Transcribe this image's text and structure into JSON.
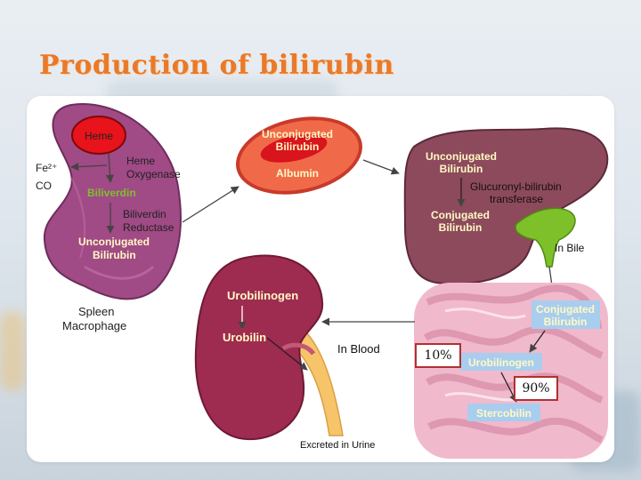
{
  "title": "Production of bilirubin",
  "spleen": {
    "heme": "Heme",
    "heme_oxygenase_1": "Heme",
    "heme_oxygenase_2": "Oxygenase",
    "fe": "Fe²⁺",
    "co": "CO",
    "biliverdin": "Biliverdin",
    "biliverdin_reductase_1": "Biliverdin",
    "biliverdin_reductase_2": "Reductase",
    "unconjugated_1": "Unconjugated",
    "unconjugated_2": "Bilirubin",
    "label_1": "Spleen",
    "label_2": "Macrophage"
  },
  "blood_cell": {
    "unconjugated_1": "Unconjugated",
    "unconjugated_2": "Bilirubin",
    "albumin": "Albumin"
  },
  "liver": {
    "unconjugated_1": "Unconjugated",
    "unconjugated_2": "Bilirubin",
    "enzyme_1": "Glucuronyl-bilirubin",
    "enzyme_2": "transferase",
    "conjugated_1": "Conjugated",
    "conjugated_2": "Bilirubin",
    "in_bile": "In Bile"
  },
  "intestine": {
    "conjugated_1": "Conjugated",
    "conjugated_2": "Bilirubin",
    "urobilinogen": "Urobilinogen",
    "stercobilin": "Stercobilin",
    "pct_blood": "10%",
    "pct_feces": "90%"
  },
  "kidney": {
    "urobilinogen": "Urobilinogen",
    "urobilin": "Urobilin",
    "in_blood": "In Blood",
    "excreted": "Excreted in Urine"
  },
  "colors": {
    "title": "#e87a2a",
    "spleen": "#a04a86",
    "heme": "#e8131b",
    "rbc": "#f06a4a",
    "liver": "#8d4a5c",
    "gallbladder": "#7ec02a",
    "intestine": "#f1b9cc",
    "kidney": "#9e2b50",
    "label_box": "#a9cdee"
  }
}
